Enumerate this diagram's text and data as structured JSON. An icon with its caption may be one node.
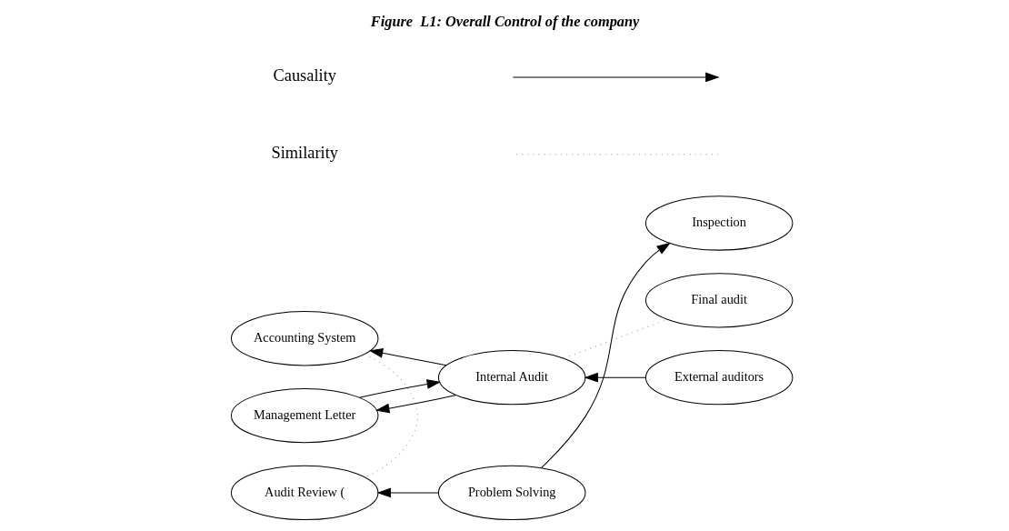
{
  "diagram": {
    "title": "Figure  L1: Overall Control of the company",
    "nodes": [
      {
        "text": [
          "Management Letter"
        ]
      },
      {
        "text": [
          "Accounting System"
        ]
      },
      {
        "text": [
          "Audit Review ("
        ]
      },
      {
        "text": [
          "Internal Audit"
        ]
      },
      {
        "text": [
          "Problem Solving"
        ]
      },
      {
        "text": [
          "External auditors"
        ]
      },
      {
        "text": [
          "Final audit"
        ]
      },
      {
        "text": [
          "Inspection"
        ]
      }
    ],
    "edges": [
      {
        "from": 0,
        "to": 3,
        "arrow": "to"
      },
      {
        "from": 3,
        "to": 0,
        "arrow": "to"
      },
      {
        "from": 5,
        "to": 3,
        "arrow": "to"
      },
      {
        "from": 3,
        "to": 1,
        "arrow": "to"
      },
      {
        "from": 3,
        "to": 6,
        "arrow": "none",
        "style": "dashed",
        "color": "#999999"
      },
      {
        "from": 1,
        "to": 2,
        "arrow": "none",
        "style": "dashed",
        "color": "#999999"
      },
      {
        "from": 4,
        "to": 2,
        "arrow": "to"
      },
      {
        "from": 4,
        "to": 7,
        "arrow": "to"
      }
    ],
    "legend": [
      {
        "text": "Causality"
      },
      {
        "text": "Similarity"
      }
    ]
  }
}
